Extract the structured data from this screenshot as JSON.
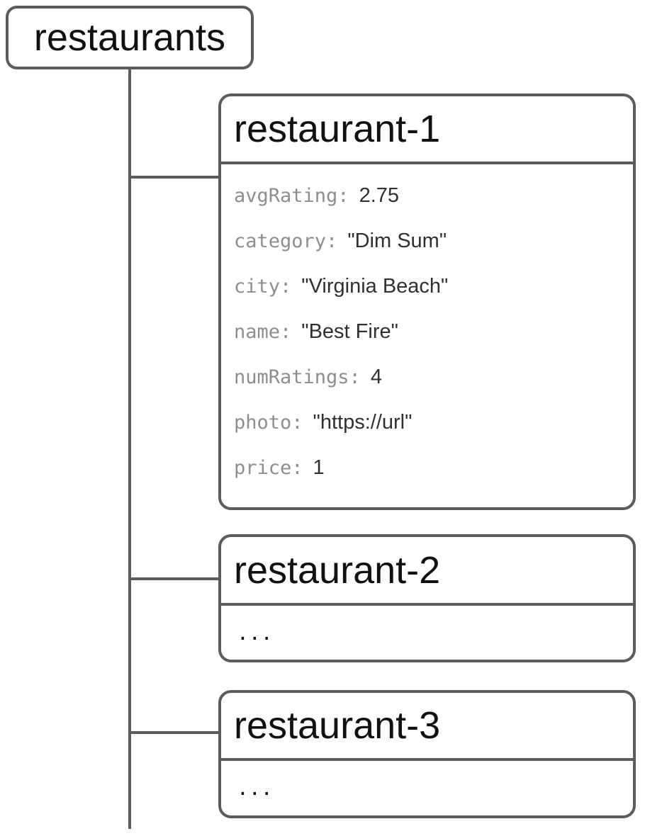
{
  "diagram": {
    "root": {
      "label": "restaurants"
    },
    "documents": [
      {
        "title": "restaurant-1",
        "fields": [
          {
            "key": "avgRating:",
            "value": "2.75"
          },
          {
            "key": "category:",
            "value": "\"Dim Sum\""
          },
          {
            "key": "city:",
            "value": "\"Virginia Beach\""
          },
          {
            "key": "name:",
            "value": "\"Best Fire\""
          },
          {
            "key": "numRatings:",
            "value": "4"
          },
          {
            "key": "photo:",
            "value": "\"https://url\""
          },
          {
            "key": "price:",
            "value": "1"
          }
        ]
      },
      {
        "title": "restaurant-2",
        "body": "..."
      },
      {
        "title": "restaurant-3",
        "body": "..."
      }
    ],
    "colors": {
      "line": "#5c5c5c",
      "key_text": "#8e8e8e",
      "value_text": "#303030",
      "title_text": "#111111"
    }
  }
}
